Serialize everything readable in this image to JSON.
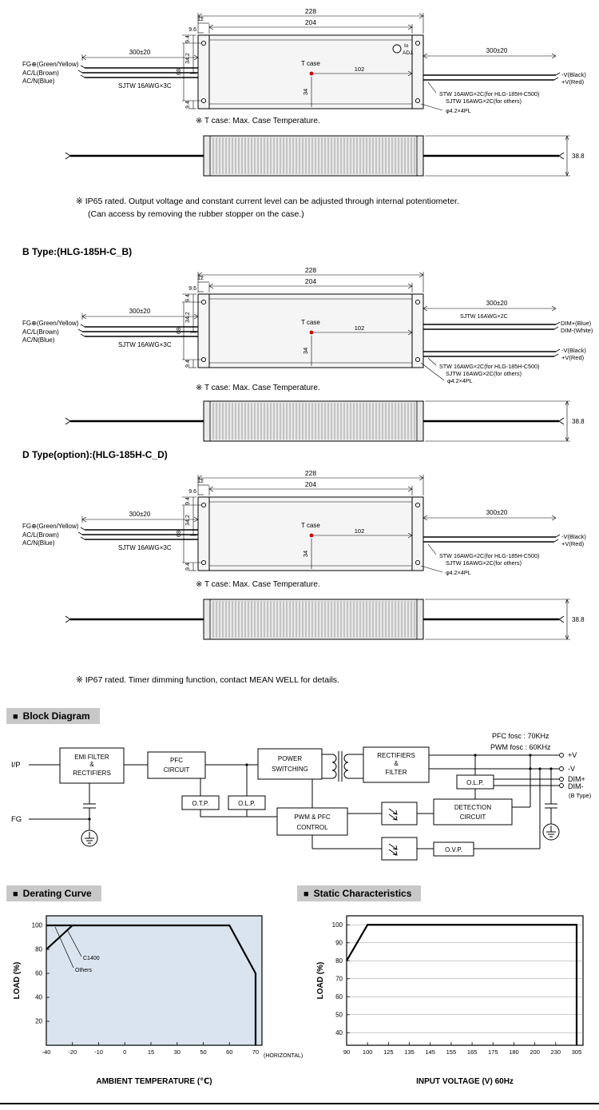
{
  "page": {
    "bg": "#ffffff"
  },
  "colors": {
    "accent_red": "#cc0000",
    "heading_bg": "#c8c8c8",
    "chart_bg": "#d9e4ee",
    "line": "#000000"
  },
  "mech": {
    "dim_total_w": "228",
    "dim_inner_w": "204",
    "dim_cap_w": "12",
    "dim_hole_off": "9.6",
    "dim_top": "9.4",
    "dim_mid": "34.2",
    "dim_height": "68",
    "dim_center": "34",
    "dim_bot": "9.4",
    "dim_tcase_x": "102",
    "dim_side_h": "38.8",
    "len_input": "300±20",
    "len_output": "300±20",
    "tcase": "T case",
    "tcase_note": "※ T case: Max. Case Temperature.",
    "io_label": "Io",
    "adj_label": "ADJ.",
    "input_fg": "FG⊕(Green/Yellow)",
    "input_l": "AC/L(Brown)",
    "input_n": "AC/N(Blue)",
    "input_cable": "SJTW 16AWG×3C",
    "out_cable_1": "STW 16AWG×2C(for HLG-185H-C500)",
    "out_cable_2": "SJTW 16AWG×2C(for others)",
    "out_neg": "-V(Black)",
    "out_pos": "+V(Red)",
    "hole_note": "φ4.2×4PL",
    "dim_cable": "SJTW 16AWG×2C",
    "dim_pos": "DIM+(Blue)",
    "dim_neg": "DIM-(White)"
  },
  "sections": {
    "bullet": "■",
    "b_title": "B Type:(HLG-185H-C_B)",
    "d_title": "D Type(option):(HLG-185H-C_D)",
    "ip65_note_1": "※ IP65 rated. Output voltage and constant current level can be adjusted through internal potentiometer.",
    "ip65_note_2": "(Can access by removing the rubber stopper on the case.)",
    "ip67_note": "※ IP67 rated. Timer dimming function, contact MEAN WELL for details.",
    "block_heading": "Block Diagram",
    "derating_heading": "Derating Curve",
    "static_heading": "Static Characteristics"
  },
  "block": {
    "pfc_fosc": "PFC fosc : 70KHz",
    "pwm_fosc": "PWM fosc : 60KHz",
    "ip": "I/P",
    "fg": "FG",
    "emi_1": "EMI FILTER",
    "emi_2": "&",
    "emi_3": "RECTIFIERS",
    "pfc_1": "PFC",
    "pfc_2": "CIRCUIT",
    "power_1": "POWER",
    "power_2": "SWITCHING",
    "rect_1": "RECTIFIERS",
    "rect_2": "&",
    "rect_3": "FILTER",
    "otp": "O.T.P.",
    "olp_a": "O.L.P.",
    "olp_b": "O.L.P.",
    "pwm_1": "PWM & PFC",
    "pwm_2": "CONTROL",
    "det_1": "DETECTION",
    "det_2": "CIRCUIT",
    "ovp": "O.V.P.",
    "out_pos": "+V",
    "out_neg": "-V",
    "dim_pos": "DIM+",
    "dim_neg": "DIM-",
    "b_type": "(B Type)"
  },
  "chart_data": [
    {
      "type": "line",
      "title": "Derating Curve",
      "xlabel": "AMBIENT TEMPERATURE (℃)",
      "ylabel": "LOAD (%)",
      "note": "(HORIZONTAL)",
      "x_tick_labels": [
        "-40",
        "-20",
        "-10",
        "0",
        "15",
        "30",
        "50",
        "60",
        "70"
      ],
      "y_ticks": [
        20,
        40,
        60,
        80,
        100
      ],
      "ylim": [
        0,
        108
      ],
      "grid": false,
      "series": [
        {
          "name": "Others",
          "points": [
            [
              0,
              100
            ],
            [
              7,
              100
            ],
            [
              8,
              60
            ],
            [
              8,
              0
            ]
          ]
        },
        {
          "name": "C1400",
          "points": [
            [
              0,
              80
            ],
            [
              1,
              100
            ]
          ]
        }
      ]
    },
    {
      "type": "line",
      "title": "Static Characteristics",
      "xlabel": "INPUT VOLTAGE (V) 60Hz",
      "ylabel": "LOAD (%)",
      "x_tick_labels": [
        "90",
        "100",
        "125",
        "135",
        "145",
        "155",
        "165",
        "175",
        "180",
        "200",
        "230",
        "305"
      ],
      "y_ticks": [
        40,
        50,
        60,
        70,
        80,
        90,
        100
      ],
      "ylim": [
        33,
        105
      ],
      "grid": true,
      "series": [
        {
          "name": "Load",
          "points": [
            [
              0,
              80
            ],
            [
              1,
              100
            ],
            [
              11,
              100
            ],
            [
              11,
              33
            ]
          ]
        }
      ]
    }
  ]
}
